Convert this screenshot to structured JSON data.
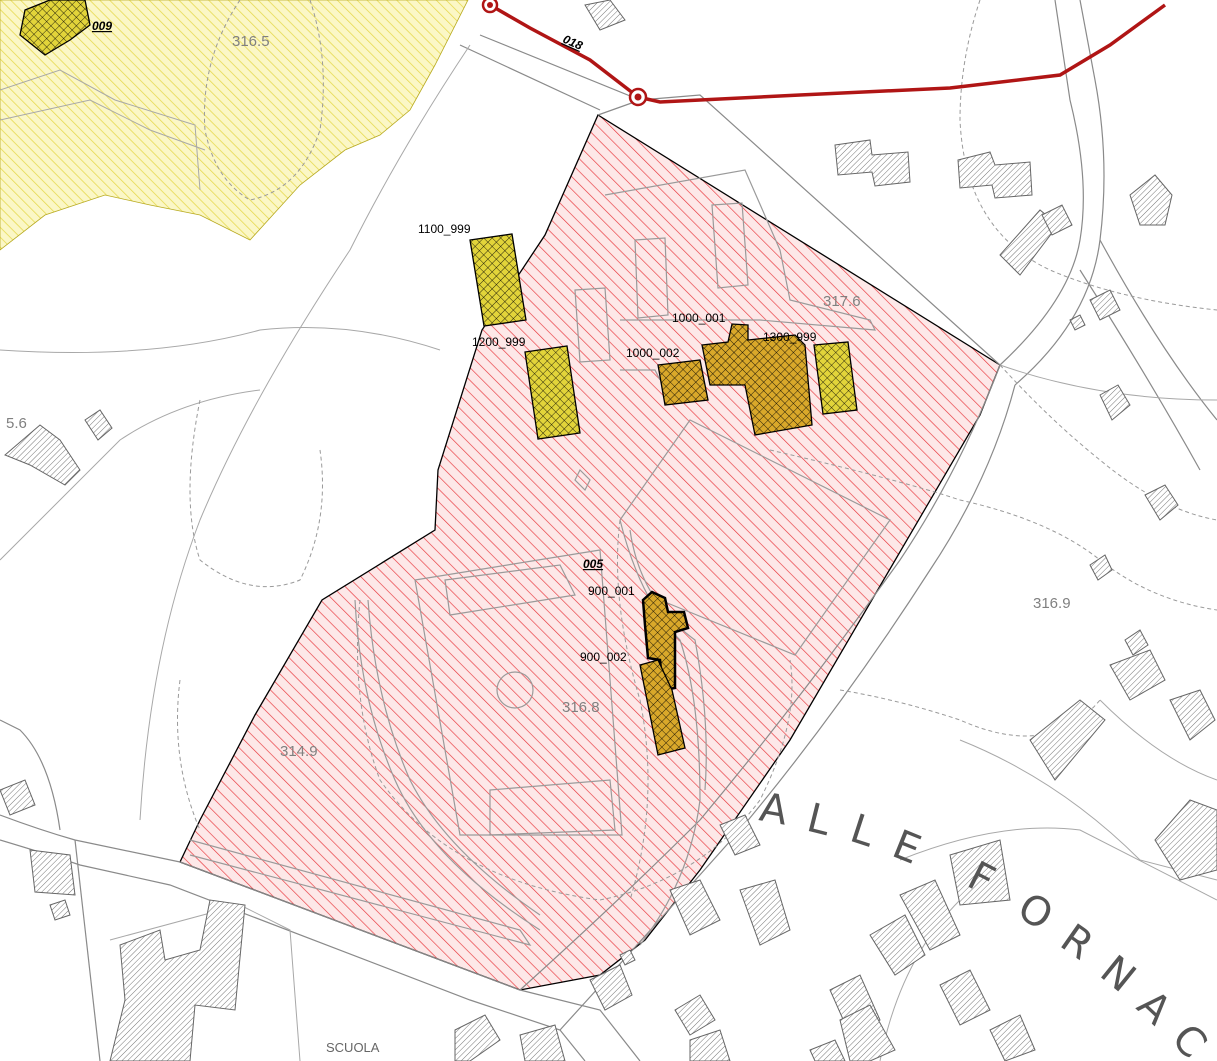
{
  "map": {
    "parcel_labels": {
      "p1100": "1100_999",
      "p1200": "1200_999",
      "p1000a": "1000_001",
      "p1000b": "1000_002",
      "p1300": "1300_999",
      "p900a": "900_001",
      "p900b": "900_002"
    },
    "zone_labels": {
      "z009": "009",
      "z005": "005",
      "z018": "018"
    },
    "elevations": {
      "e1": "316.5",
      "e2": "317.6",
      "e3": "5.6",
      "e4": "316.9",
      "e5": "316.8",
      "e6": "314.9"
    },
    "street": {
      "letters": [
        "A",
        "L",
        "L",
        "E",
        "F",
        "O",
        "R",
        "N",
        "A",
        "C"
      ]
    },
    "place": {
      "school": "SCUOLA"
    },
    "colors": {
      "zone_red": "#e8353a",
      "zone_yellow": "#e5d84a",
      "building_yellow": "#e2d43a",
      "building_ochre": "#d9a82a",
      "route_red": "#b01515"
    }
  }
}
